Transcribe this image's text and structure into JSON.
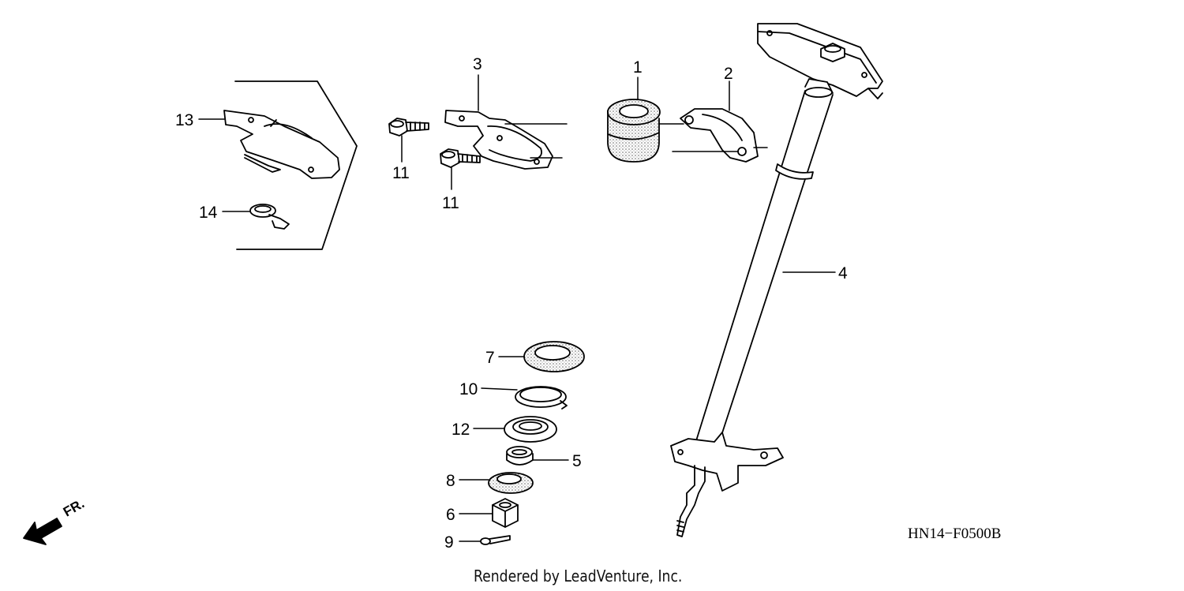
{
  "callouts": [
    {
      "id": "1",
      "text": "1"
    },
    {
      "id": "2",
      "text": "2"
    },
    {
      "id": "3",
      "text": "3"
    },
    {
      "id": "4",
      "text": "4"
    },
    {
      "id": "5",
      "text": "5"
    },
    {
      "id": "6",
      "text": "6"
    },
    {
      "id": "7",
      "text": "7"
    },
    {
      "id": "8",
      "text": "8"
    },
    {
      "id": "9",
      "text": "9"
    },
    {
      "id": "10",
      "text": "10"
    },
    {
      "id": "11a",
      "text": "11"
    },
    {
      "id": "11b",
      "text": "11"
    },
    {
      "id": "12",
      "text": "12"
    },
    {
      "id": "13",
      "text": "13"
    },
    {
      "id": "14",
      "text": "14"
    }
  ],
  "diagram_code": "HN14−F0500B",
  "credit": "Rendered by LeadVenture, Inc.",
  "direction_label": "FR.",
  "colors": {
    "ink": "#000000",
    "background": "#ffffff",
    "stipple": "#777777"
  }
}
